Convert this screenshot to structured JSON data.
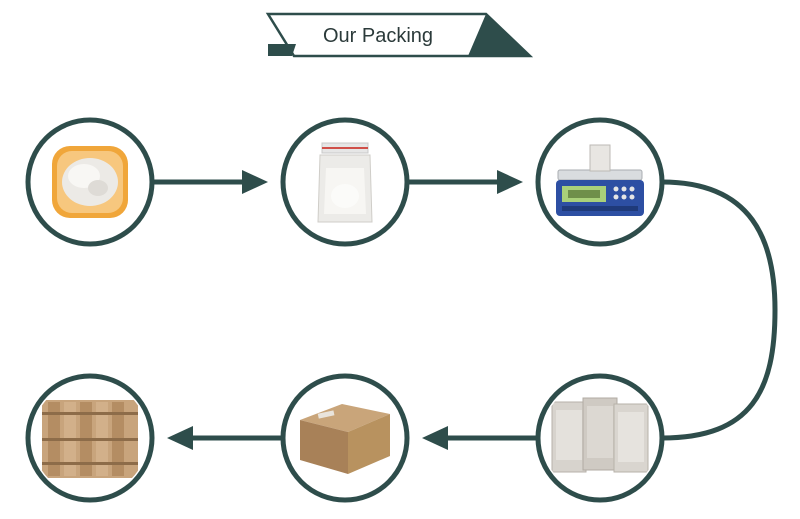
{
  "header": {
    "title": "Our Packing"
  },
  "colors": {
    "ring": "#2e4d4b",
    "connector": "#2e4d4b",
    "background": "#ffffff"
  },
  "steps": [
    {
      "id": "step-1",
      "icon": "powder-in-bowl-icon"
    },
    {
      "id": "step-2",
      "icon": "small-sample-bag-icon"
    },
    {
      "id": "step-3",
      "icon": "weighing-scale-icon"
    },
    {
      "id": "step-4",
      "icon": "foil-bags-icon"
    },
    {
      "id": "step-5",
      "icon": "carton-box-icon"
    },
    {
      "id": "step-6",
      "icon": "fiber-drums-icon"
    }
  ]
}
